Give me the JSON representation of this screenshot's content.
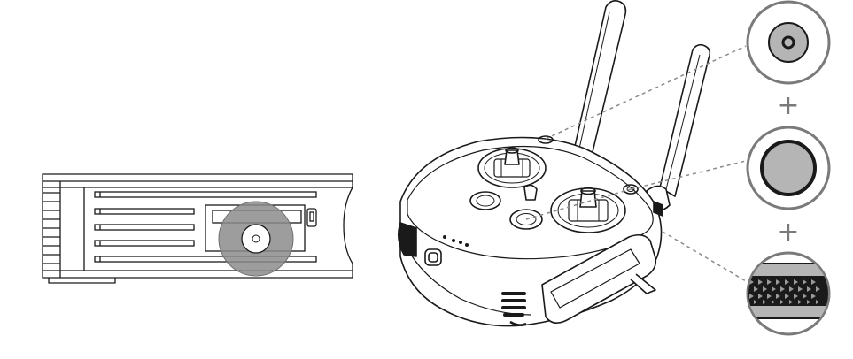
{
  "diagram": {
    "left_device": {
      "name": "device-side-view",
      "highlight": "port-button"
    },
    "controller": {
      "name": "remote-controller",
      "status_led_count": 4
    },
    "callouts": [
      {
        "name": "callout-small-button",
        "icon": "button-top-icon"
      },
      {
        "name": "callout-round-button",
        "icon": "round-button-icon"
      },
      {
        "name": "callout-dial",
        "icon": "dial-wheel-icon"
      }
    ],
    "separators": [
      "+",
      "+"
    ]
  },
  "colors": {
    "line": "#1a1a1a",
    "highlight": "#8c8c8c",
    "callout_ring": "#7a7a7a",
    "leader": "#8a8a8a",
    "button_fill": "#b5b5b5"
  }
}
